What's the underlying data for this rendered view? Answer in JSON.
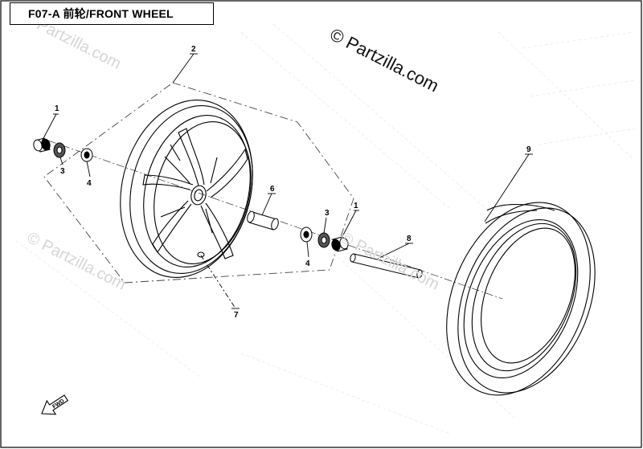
{
  "title": "F07-A  前轮/FRONT WHEEL",
  "watermark": "© Partzilla.com",
  "direction_label": "FWD",
  "callouts": [
    "1",
    "2",
    "3",
    "4",
    "6",
    "3",
    "1",
    "4",
    "8",
    "9",
    "7"
  ]
}
